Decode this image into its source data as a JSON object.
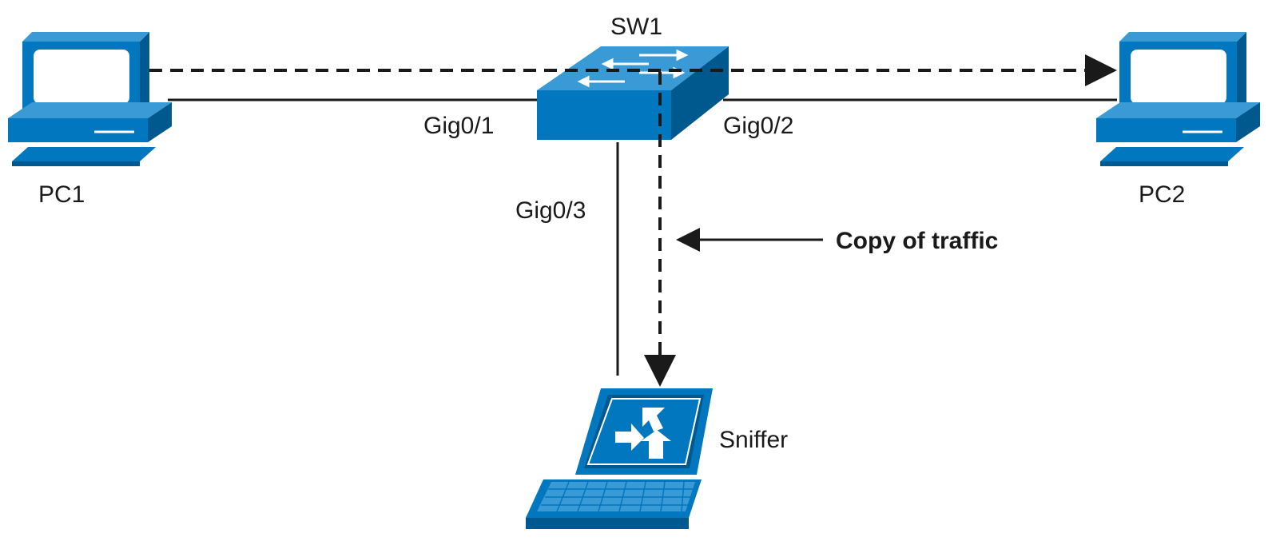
{
  "nodes": {
    "pc1": {
      "label": "PC1"
    },
    "pc2": {
      "label": "PC2"
    },
    "sw1": {
      "label": "SW1"
    },
    "sniffer": {
      "label": "Sniffer"
    }
  },
  "ports": {
    "gig0_1": "Gig0/1",
    "gig0_2": "Gig0/2",
    "gig0_3": "Gig0/3"
  },
  "annotation": {
    "copy_of_traffic": "Copy of traffic"
  },
  "colors": {
    "device_blue": "#0077bf",
    "device_dark": "#00598e",
    "device_light": "#3a9ad6",
    "line": "#1a1a1a"
  },
  "icons": {
    "pc": "desktop-computer-icon",
    "switch": "workgroup-switch-icon",
    "sniffer": "laptop-sniffer-icon"
  }
}
